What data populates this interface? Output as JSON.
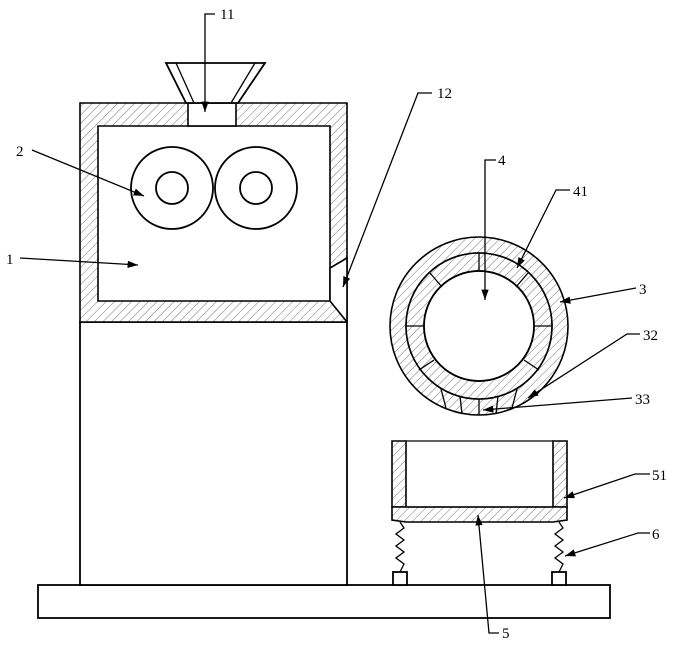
{
  "labels": {
    "l11": "11",
    "l12": "12",
    "l2": "2",
    "l1": "1",
    "l4": "4",
    "l41": "41",
    "l3": "3",
    "l32": "32",
    "l33": "33",
    "l51": "51",
    "l6": "6",
    "l5": "5"
  }
}
